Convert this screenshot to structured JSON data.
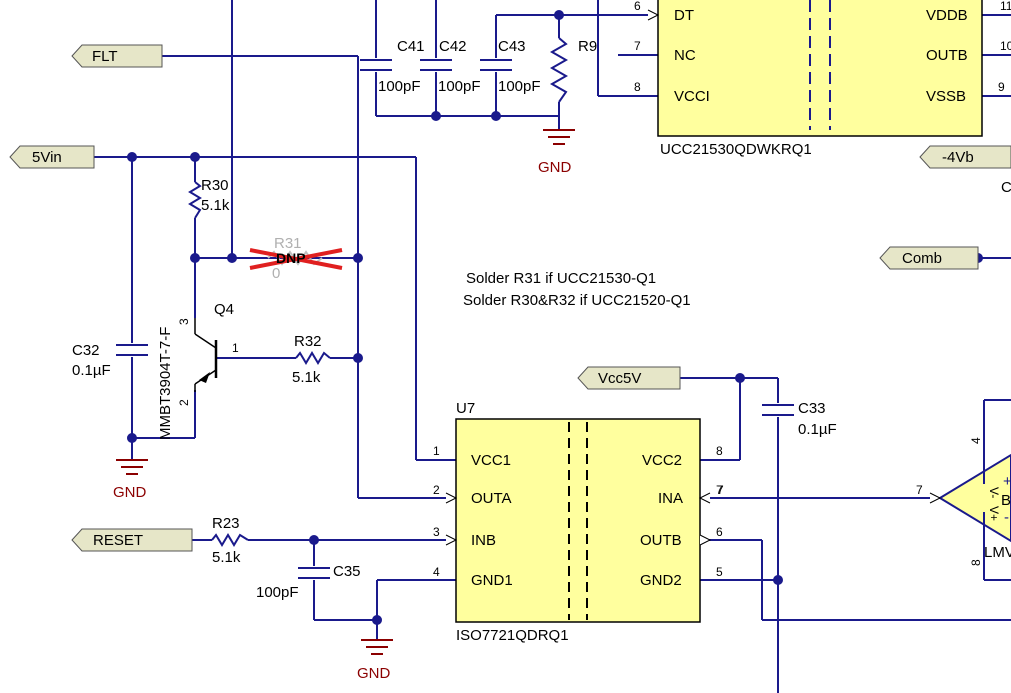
{
  "ports": {
    "flt": "FLT",
    "vin5": "5Vin",
    "reset": "RESET",
    "comb": "Comb",
    "vcc5v": "Vcc5V",
    "neg4vb": "-4Vb"
  },
  "gate_driver": {
    "ref": "UCC21530QDWKRQ1",
    "pins": {
      "dt": "DT",
      "nc": "NC",
      "vcci": "VCCI",
      "vddb": "VDDB",
      "outb": "OUTB",
      "vssb": "VSSB"
    },
    "pin_numbers": {
      "p6": "6",
      "p7": "7",
      "p8": "8",
      "p11": "11",
      "p10": "10",
      "p9": "9"
    }
  },
  "isolator": {
    "designator": "U7",
    "ref": "ISO7721QDRQ1",
    "pins": {
      "vcc1": "VCC1",
      "outa": "OUTA",
      "inb": "INB",
      "gnd1": "GND1",
      "vcc2": "VCC2",
      "ina": "INA",
      "outb": "OUTB",
      "gnd2": "GND2"
    },
    "pin_numbers": {
      "p1": "1",
      "p2": "2",
      "p3": "3",
      "p4": "4",
      "p8": "8",
      "p7": "7",
      "p6": "6",
      "p5": "5"
    }
  },
  "components": {
    "c41": {
      "ref": "C41",
      "value": "100pF"
    },
    "c42": {
      "ref": "C42",
      "value": "100pF"
    },
    "c43": {
      "ref": "C43",
      "value": "100pF"
    },
    "r9": {
      "ref": "R9"
    },
    "r30": {
      "ref": "R30",
      "value": "5.1k"
    },
    "r31": {
      "ref": "R31",
      "value": "0",
      "mark": "DNP"
    },
    "r32": {
      "ref": "R32",
      "value": "5.1k"
    },
    "r23": {
      "ref": "R23",
      "value": "5.1k"
    },
    "c32": {
      "ref": "C32",
      "value": "0.1µF"
    },
    "c33": {
      "ref": "C33",
      "value": "0.1µF"
    },
    "c35": {
      "ref": "C35",
      "value": "100pF"
    },
    "q4": {
      "ref": "Q4",
      "part": "MMBT3904T-7-F",
      "pin1": "1",
      "pin2": "2",
      "pin3": "3"
    }
  },
  "grounds": {
    "label": "GND"
  },
  "notes": {
    "line1": "Solder R31 if UCC21530-Q1",
    "line2": "Solder R30&R32 if UCC21520-Q1"
  },
  "opamp": {
    "pin4": "4",
    "pin8": "8",
    "pin7_in": "7",
    "pin7_out": "7",
    "vminus": "V-",
    "vplus": "V+",
    "b_label": "B",
    "plus_sign": "+",
    "minus_sign": "-",
    "part_fragment": "LMV"
  },
  "edge_fragments": {
    "c_fragment": "C"
  }
}
